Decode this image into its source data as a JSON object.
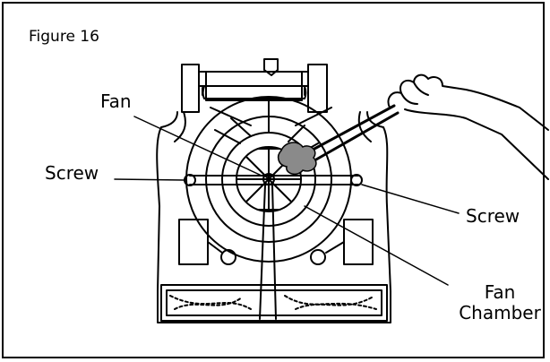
{
  "figure": {
    "title": "Figure 16",
    "labels": {
      "fan": "Fan",
      "screw_left": "Screw",
      "screw_right": "Screw",
      "fan_chamber_line1": "Fan",
      "fan_chamber_line2": "Chamber"
    },
    "colors": {
      "ink": "#000000",
      "paper": "#ffffff",
      "debris": "#8a8a8a"
    }
  }
}
